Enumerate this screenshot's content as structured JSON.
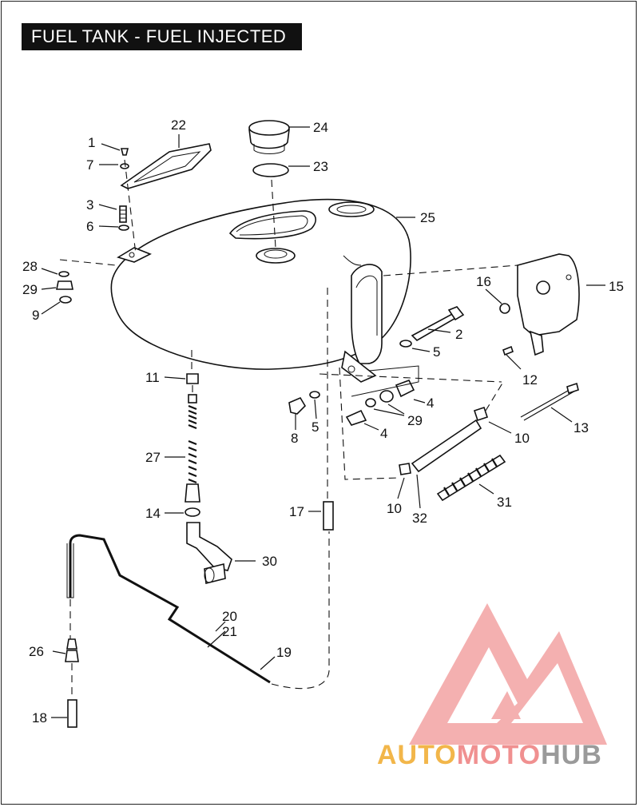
{
  "title": "FUEL TANK - FUEL INJECTED",
  "callouts": {
    "c1": "1",
    "c2": "2",
    "c3": "3",
    "c4a": "4",
    "c4b": "4",
    "c5a": "5",
    "c5b": "5",
    "c6": "6",
    "c7": "7",
    "c8": "8",
    "c9": "9",
    "c10a": "10",
    "c10b": "10",
    "c11": "11",
    "c12": "12",
    "c13": "13",
    "c14": "14",
    "c15": "15",
    "c16": "16",
    "c17": "17",
    "c18": "18",
    "c19": "19",
    "c20": "20",
    "c21": "21",
    "c22": "22",
    "c23": "23",
    "c24": "24",
    "c25": "25",
    "c26": "26",
    "c27": "27",
    "c28": "28",
    "c29a": "29",
    "c29b": "29",
    "c30": "30",
    "c31": "31",
    "c32": "32"
  },
  "watermark": {
    "brand_part1": "AUTO",
    "brand_part2": "MOTO",
    "brand_part3": "HUB",
    "colors": {
      "auto": "#f2b64a",
      "moto": "#f09090",
      "hub": "#9a9a9a",
      "logo": "#f08a8a"
    },
    "logo_icon": "triangle-m-logo"
  }
}
